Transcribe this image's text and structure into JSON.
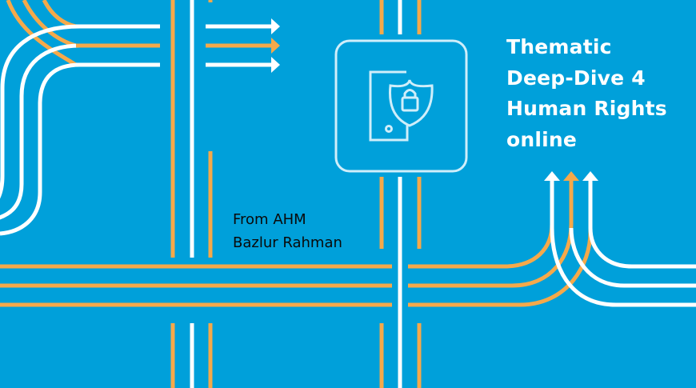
{
  "colors": {
    "background": "#00A0DA",
    "orange": "#F5A94A",
    "white": "#FFFFFF",
    "text_dark": "#0A0A0A"
  },
  "title_lines": [
    "Thematic",
    "Deep-Dive 4",
    "Human Rights",
    "online"
  ],
  "author_lines": [
    "From AHM",
    "Bazlur Rahman"
  ],
  "icon": "mobile-security-shield-lock-icon"
}
